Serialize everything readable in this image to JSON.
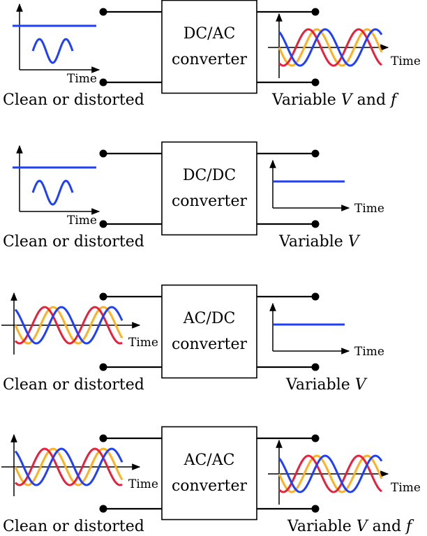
{
  "colors": {
    "blue": "#1f3fff",
    "red": "#e8203c",
    "yellow": "#ffb01f",
    "line": "#000000"
  },
  "rows": [
    {
      "converter_line1": "DC/AC",
      "converter_line2": "converter",
      "input_label": "Clean or distorted",
      "input_plot": {
        "type": "dc",
        "time_label": "Time"
      },
      "output_label": [
        "Variable ",
        "V",
        " and ",
        "f"
      ],
      "output_plot": {
        "type": "three-phase",
        "time_label": "Time"
      }
    },
    {
      "converter_line1": "DC/DC",
      "converter_line2": "converter",
      "input_label": "Clean or distorted",
      "input_plot": {
        "type": "dc",
        "time_label": "Time"
      },
      "output_label": [
        "Variable ",
        "V"
      ],
      "output_plot": {
        "type": "dc-flat",
        "time_label": "Time"
      }
    },
    {
      "converter_line1": "AC/DC",
      "converter_line2": "converter",
      "input_label": "Clean or distorted",
      "input_plot": {
        "type": "three-phase",
        "time_label": "Time"
      },
      "output_label": [
        "Variable ",
        "V"
      ],
      "output_plot": {
        "type": "dc-flat",
        "time_label": "Time"
      }
    },
    {
      "converter_line1": "AC/AC",
      "converter_line2": "converter",
      "input_label": "Clean or distorted",
      "input_plot": {
        "type": "three-phase",
        "time_label": "Time"
      },
      "output_label": [
        "Variable ",
        "V",
        " and ",
        "f"
      ],
      "output_plot": {
        "type": "three-phase",
        "time_label": "Time"
      }
    }
  ]
}
